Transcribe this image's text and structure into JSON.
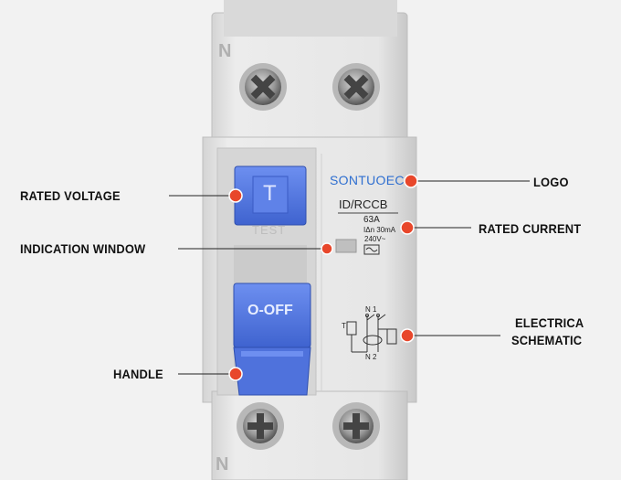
{
  "device": {
    "brand": "SONTUOEC",
    "model": "ID/RCCB",
    "current_rating": "63A",
    "sensitivity": "IΔn 30mA",
    "voltage": "240V~",
    "test_button_label": "T",
    "test_caption": "TEST",
    "handle_label": "O-OFF",
    "terminal_top": "N",
    "terminal_bottom": "N",
    "schematic_top_labels": "N 1",
    "schematic_bottom_labels": "N 2",
    "schematic_side_label": "T"
  },
  "callouts": {
    "rated_voltage": "RATED VOLTAGE",
    "indication_window": "INDICATION WINDOW",
    "handle": "HANDLE",
    "logo": "LOGO",
    "rated_current": "RATED CURRENT",
    "schematic_line1": "ELECTRICA",
    "schematic_line2": "SCHEMATIC"
  },
  "colors": {
    "background": "#f2f2f2",
    "housing": "#e4e4e4",
    "test_button": "#4a6fd8",
    "handle": "#5a7ce6",
    "marker": "#e8472b",
    "brand": "#2f6fd0"
  },
  "icons": [
    "screw-icon",
    "ac-wave-icon",
    "marker-dot-icon"
  ]
}
